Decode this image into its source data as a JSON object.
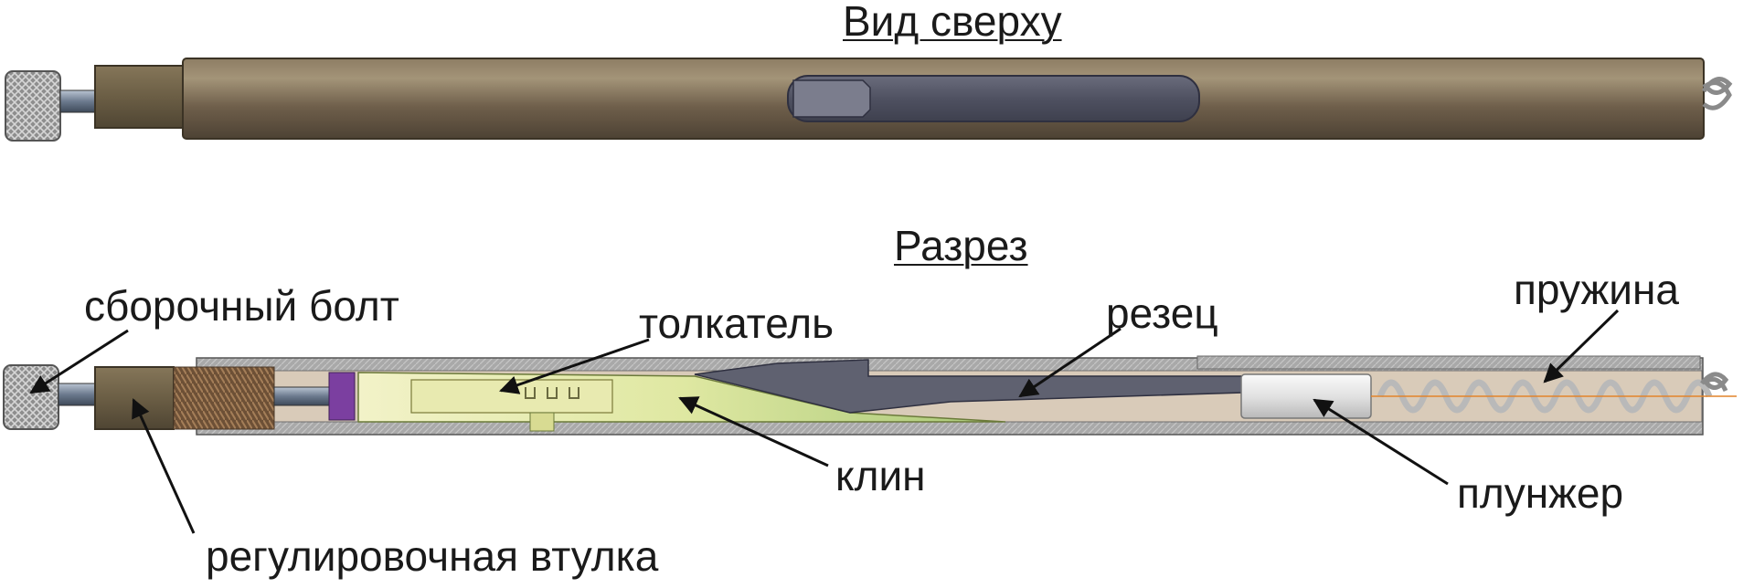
{
  "titles": {
    "top_view": "Вид сверху",
    "section": "Разрез"
  },
  "labels": {
    "assembly_bolt": "сборочный болт",
    "pusher": "толкатель",
    "cutter": "резец",
    "spring": "пружина",
    "wedge": "клин",
    "plunger": "плунжер",
    "adjusting_sleeve": "регулировочная втулка"
  },
  "colors": {
    "tube": "#6f5f4b",
    "tube_highlight": "#9a8c74",
    "sleeve": "#6b5e45",
    "bolt_knurl": "#9a9a9a",
    "wedge": "#d4e09a",
    "cutter": "#5f6170",
    "slot": "#4d4f5f",
    "spring": "#b9b9b9",
    "plunger": "#e6e6e6",
    "thread": "#7a5a3e",
    "purple_part": "#7b3fa0",
    "body_gray": "#9b9b9b"
  }
}
